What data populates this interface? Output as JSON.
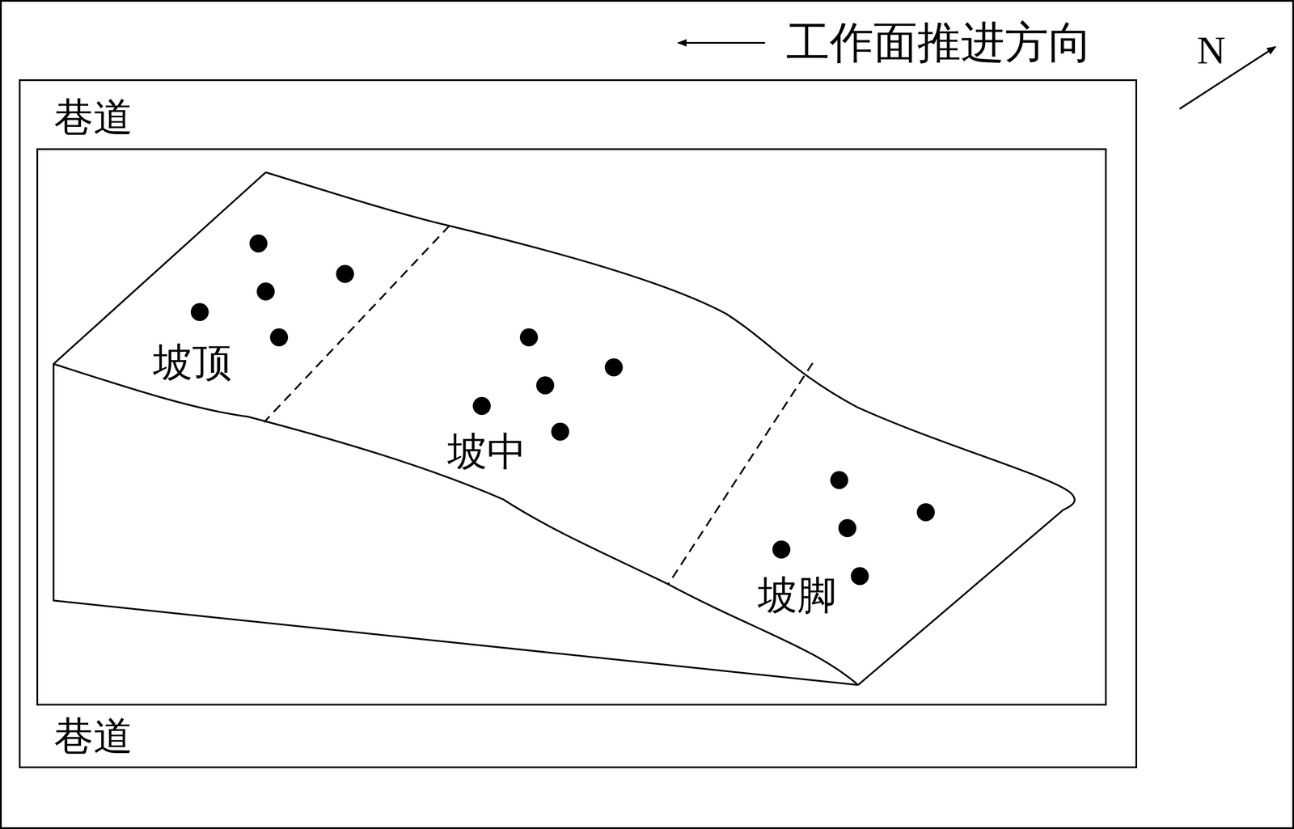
{
  "diagram": {
    "labels": [
      "工作面推进方向",
      "N",
      "巷道",
      "巷道",
      "坡顶",
      "坡中",
      "坡脚"
    ]
  }
}
